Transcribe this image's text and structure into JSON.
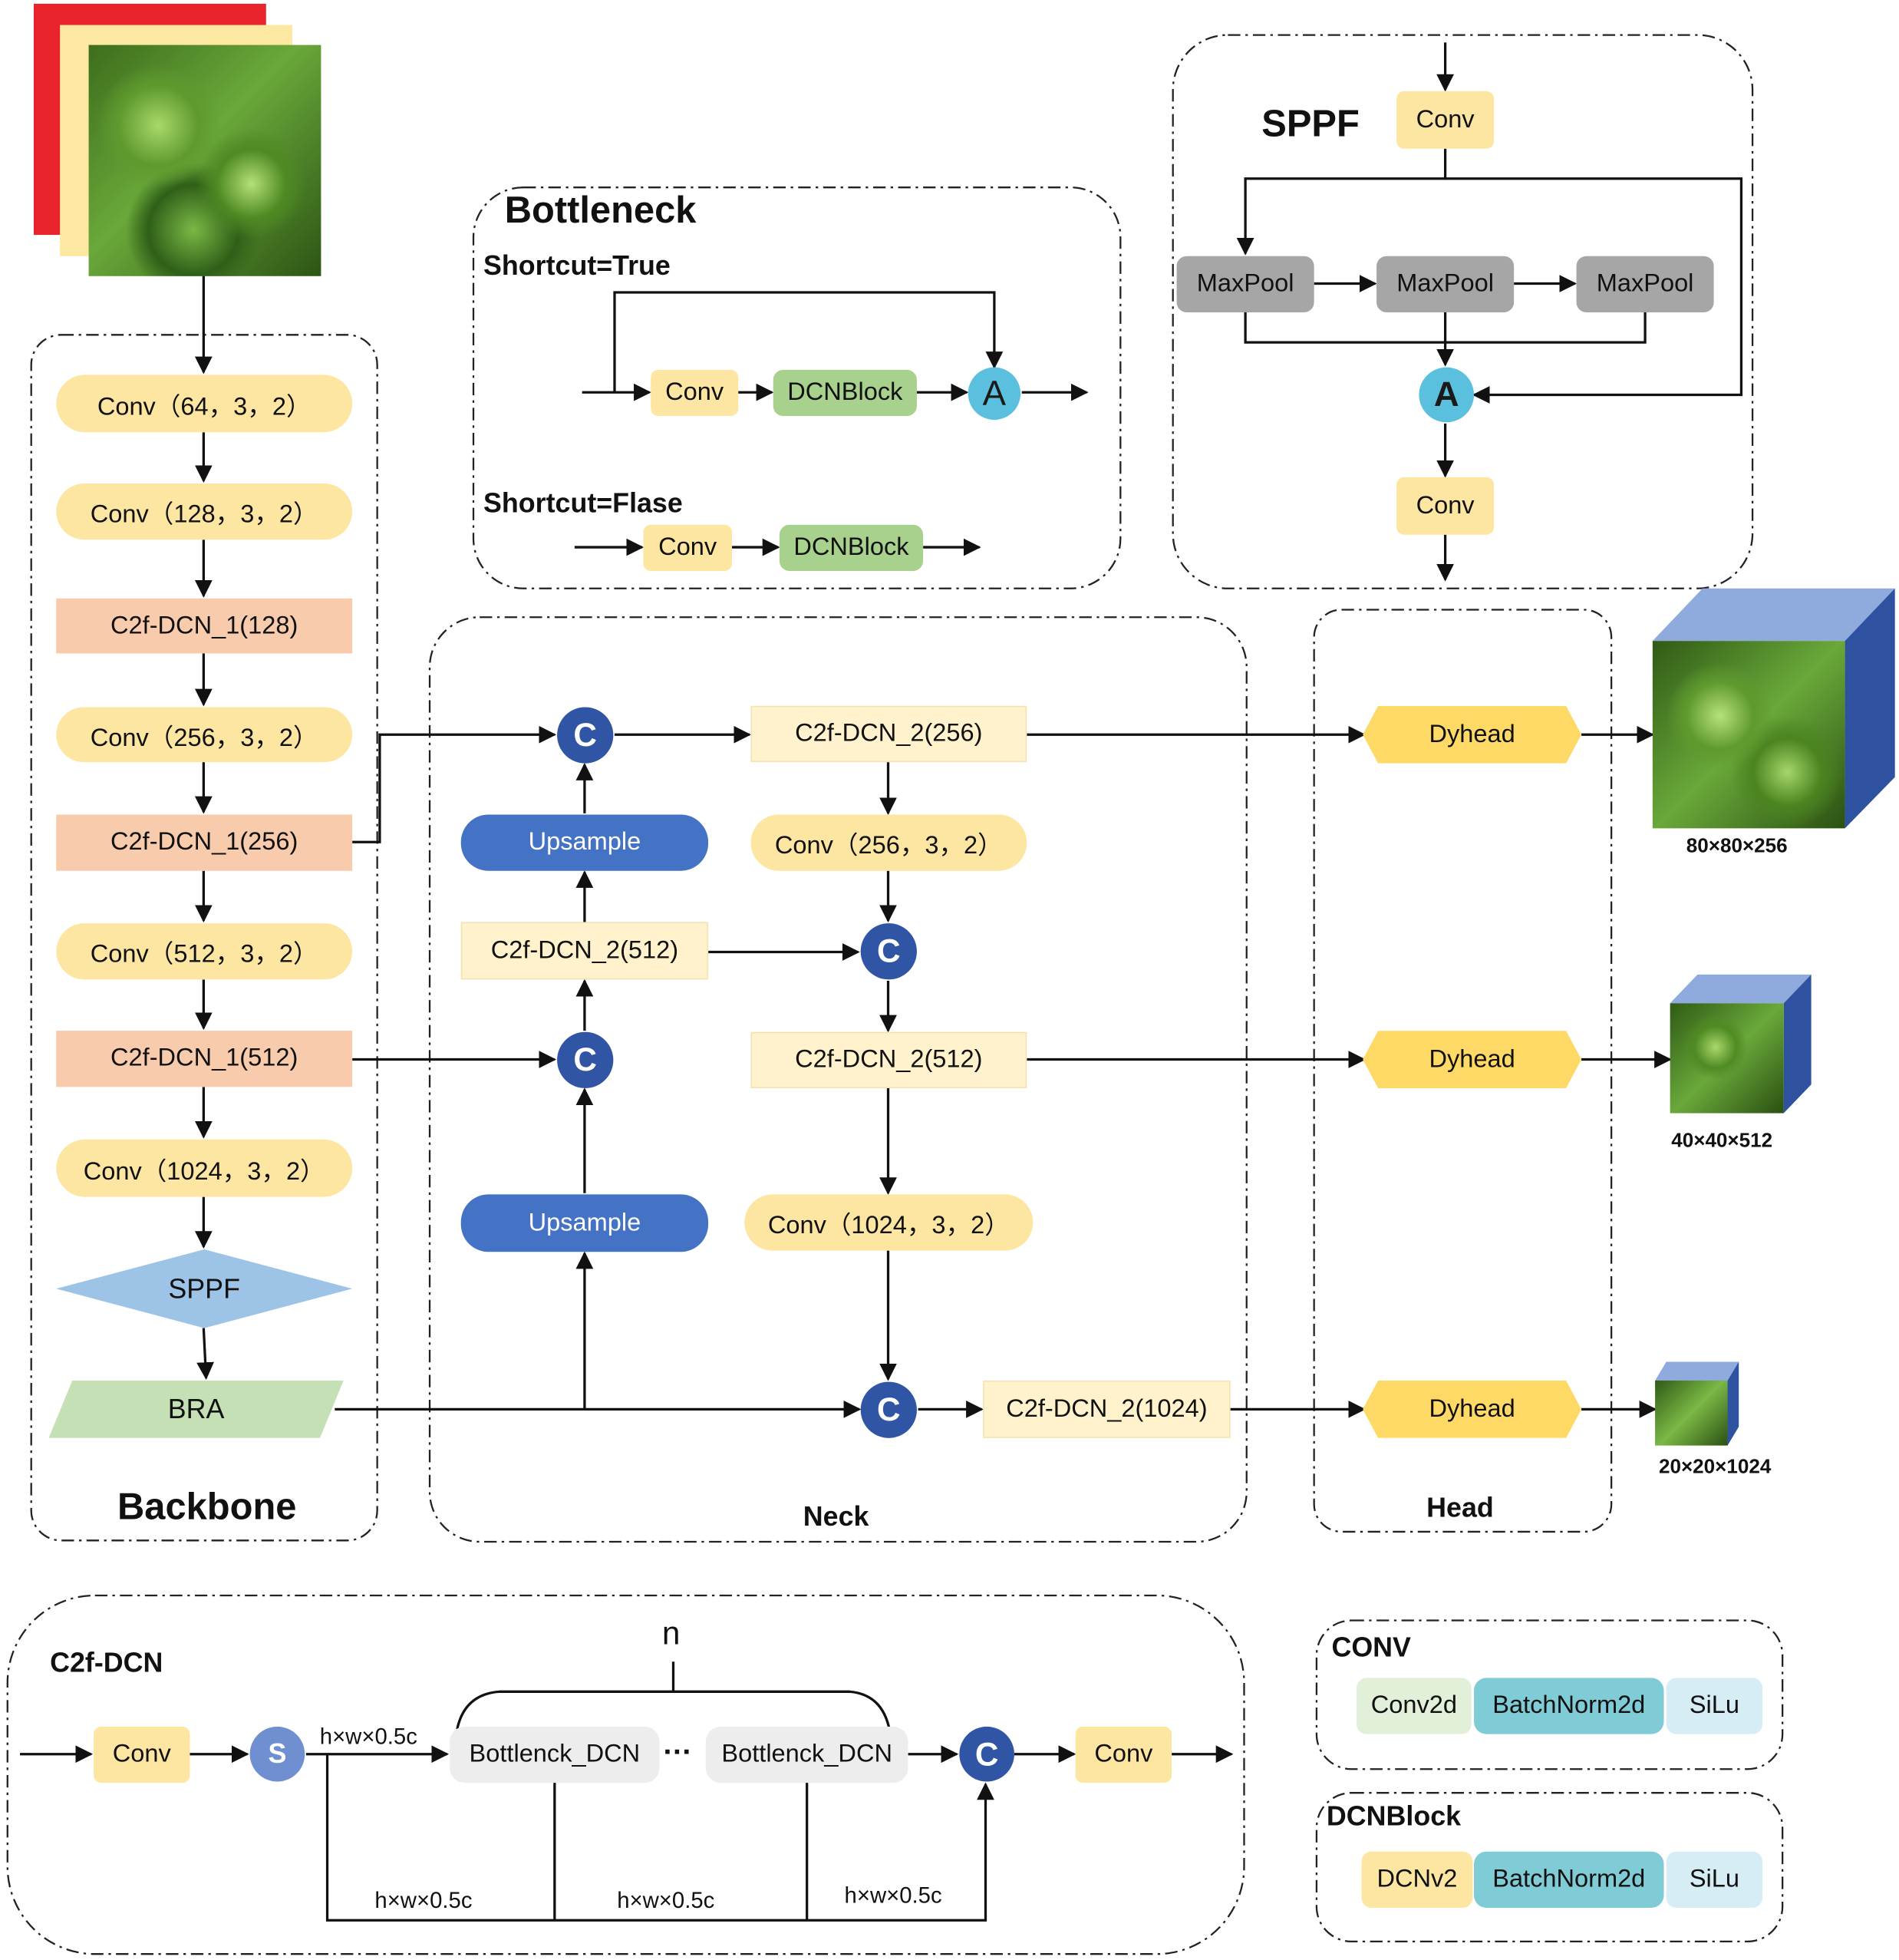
{
  "frames": {
    "backbone": "Backbone",
    "neck": "Neck",
    "head": "Head",
    "bottleneck": "Bottleneck",
    "sppf": "SPPF",
    "c2f_dcn": "C2f-DCN",
    "conv_legend": "CONV",
    "dcnblock_legend": "DCNBlock"
  },
  "backbone": {
    "conv1": "Conv（64，3，2）",
    "conv2": "Conv（128，3，2）",
    "c2f1": "C2f-DCN_1(128)",
    "conv3": "Conv（256，3，2）",
    "c2f2": "C2f-DCN_1(256)",
    "conv4": "Conv（512，3，2）",
    "c2f3": "C2f-DCN_1(512)",
    "conv5": "Conv（1024，3，2）",
    "sppf": "SPPF",
    "bra": "BRA"
  },
  "neck": {
    "concat": "C",
    "upsample": "Upsample",
    "c2f_256": "C2f-DCN_2(256)",
    "c2f_512_left": "C2f-DCN_2(512)",
    "c2f_512_right": "C2f-DCN_2(512)",
    "c2f_1024": "C2f-DCN_2(1024)",
    "conv_256": "Conv（256，3，2）",
    "conv_1024": "Conv（1024，3，2）"
  },
  "head": {
    "dyhead": "Dyhead",
    "out1": "80×80×256",
    "out2": "40×40×512",
    "out3": "20×20×1024"
  },
  "bottleneck_block": {
    "true_label": "Shortcut=True",
    "false_label": "Shortcut=Flase",
    "conv": "Conv",
    "dcnblock": "DCNBlock",
    "add": "A"
  },
  "sppf_block": {
    "conv": "Conv",
    "maxpool": "MaxPool",
    "add": "A"
  },
  "c2f_block": {
    "conv": "Conv",
    "split": "S",
    "concat": "C",
    "bottleneck": "Bottlenck_DCN",
    "ellipsis": "…",
    "n": "n",
    "dim": "h×w×0.5c"
  },
  "legend": {
    "conv2d": "Conv2d",
    "batchnorm": "BatchNorm2d",
    "silu": "SiLu",
    "dcnv2": "DCNv2"
  },
  "colors": {
    "conv": "#fde6a1",
    "c2f_dcn_1": "#f8cbad",
    "c2f_dcn_2": "#fff2cc",
    "dcnblock": "#a9d18e",
    "maxpool": "#a6a6a6",
    "upsample": "#4472c4",
    "concat": "#2f55a4",
    "add": "#5bc0de",
    "dyhead": "#ffd966",
    "sppf": "#9dc3e6",
    "bra": "#c5e0b4"
  }
}
